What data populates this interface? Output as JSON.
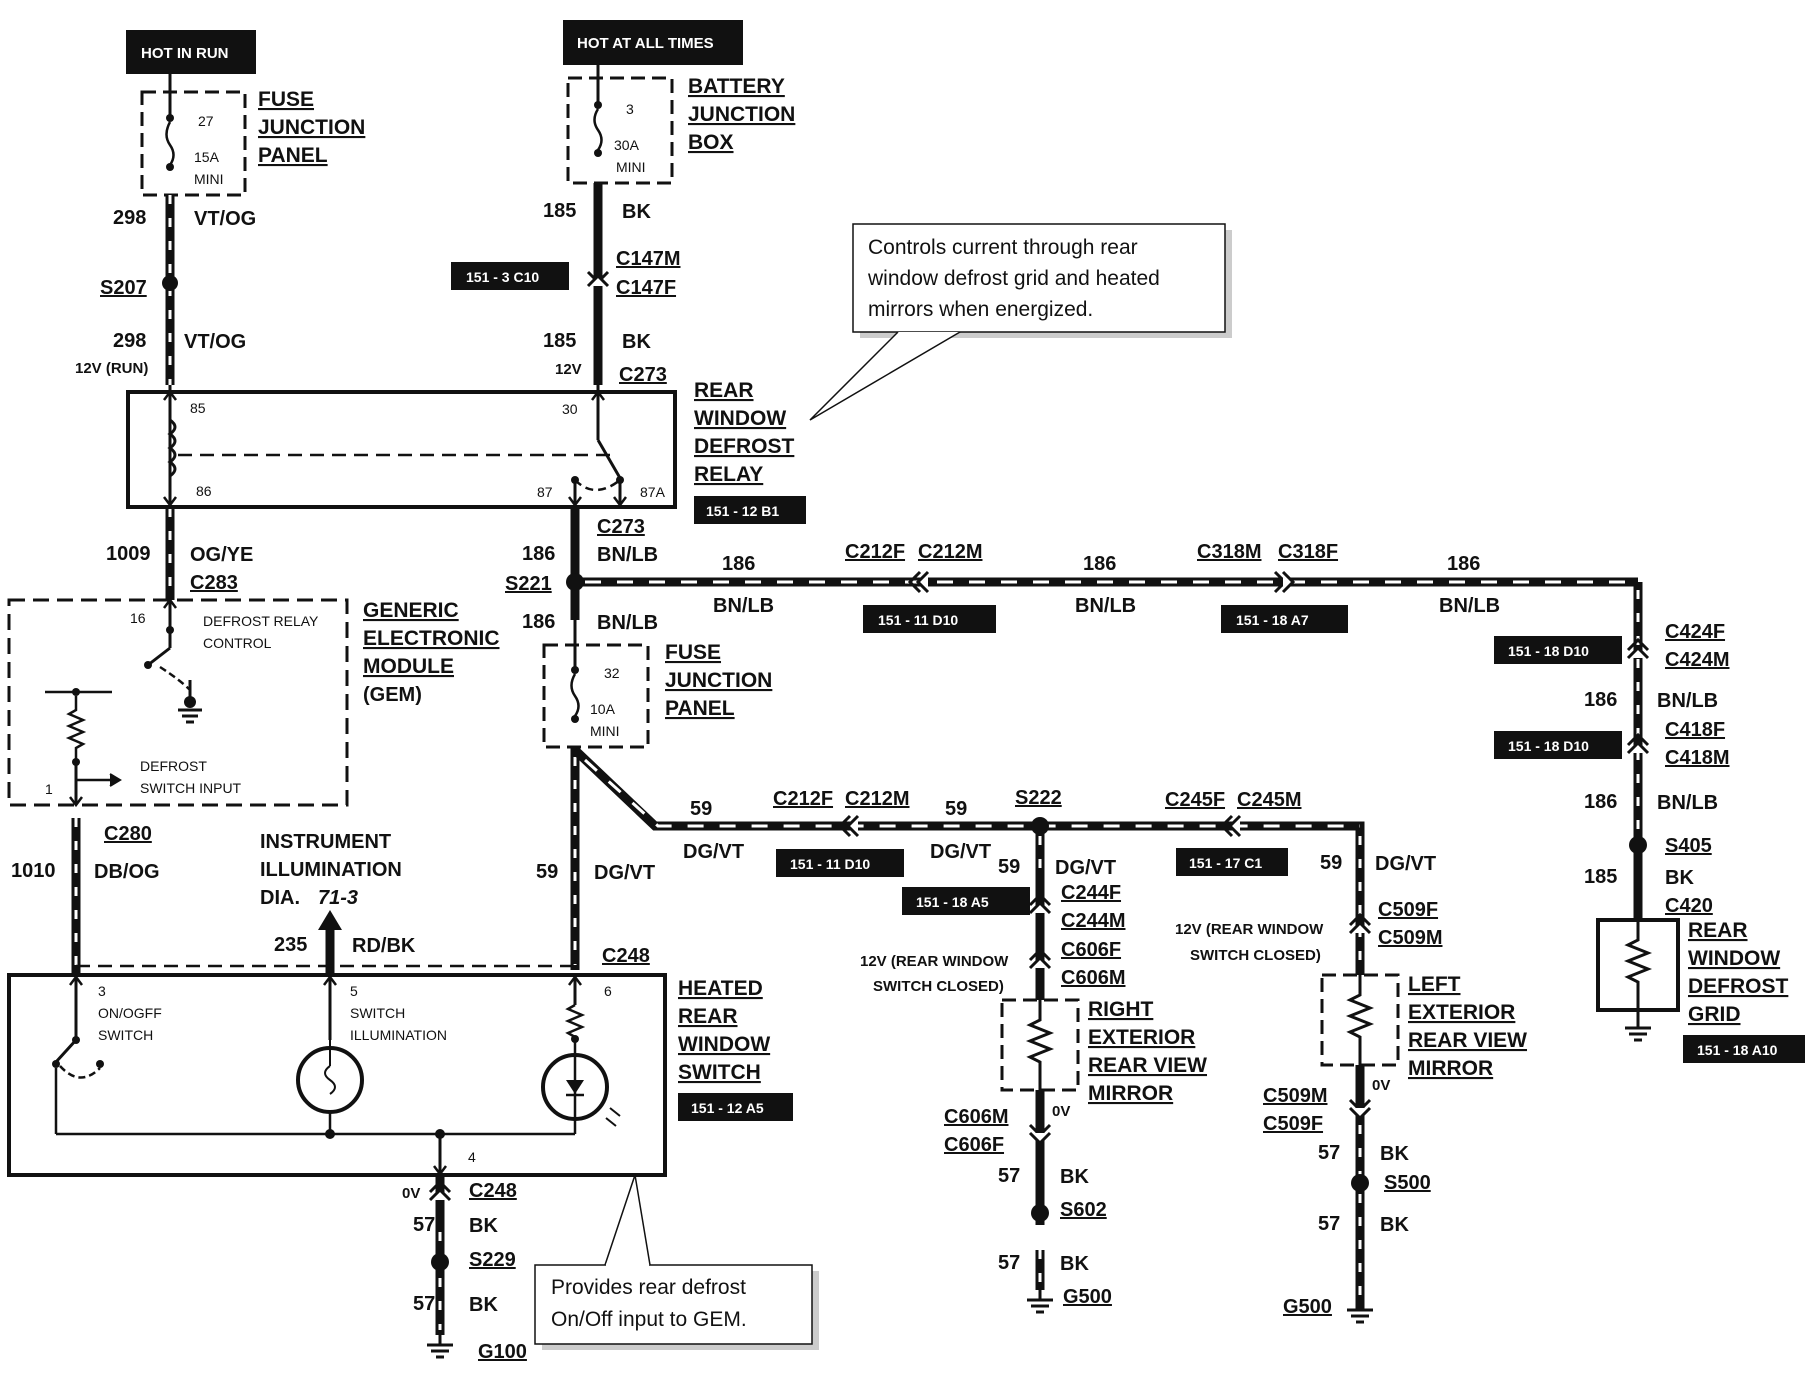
{
  "power": {
    "hot_in_run": "HOT IN RUN",
    "hot_at_all_times": "HOT AT ALL TIMES"
  },
  "components": {
    "fuse_junction_panel_top": [
      "FUSE",
      "JUNCTION",
      "PANEL"
    ],
    "battery_junction_box": [
      "BATTERY",
      "JUNCTION",
      "BOX"
    ],
    "rear_window_defrost_relay": [
      "REAR",
      "WINDOW",
      "DEFROST",
      "RELAY"
    ],
    "gem": [
      "GENERIC",
      "ELECTRONIC",
      "MODULE",
      "(GEM)"
    ],
    "fuse_junction_panel_mid": [
      "FUSE",
      "JUNCTION",
      "PANEL"
    ],
    "heated_rear_window_switch": [
      "HEATED",
      "REAR",
      "WINDOW",
      "SWITCH"
    ],
    "right_mirror": [
      "RIGHT",
      "EXTERIOR",
      "REAR VIEW",
      "MIRROR"
    ],
    "left_mirror": [
      "LEFT",
      "EXTERIOR",
      "REAR VIEW",
      "MIRROR"
    ],
    "defrost_grid": [
      "REAR",
      "WINDOW",
      "DEFROST",
      "GRID"
    ]
  },
  "fuses": {
    "f27": {
      "num": "27",
      "rating": "15A",
      "type": "MINI"
    },
    "f3": {
      "num": "3",
      "rating": "30A",
      "type": "MINI"
    },
    "f32": {
      "num": "32",
      "rating": "10A",
      "type": "MINI"
    }
  },
  "relay_pins": {
    "p85": "85",
    "p86": "86",
    "p30": "30",
    "p87": "87",
    "p87a": "87A"
  },
  "gem_labels": {
    "pin16": "16",
    "pin1": "1",
    "relay_ctrl": [
      "DEFROST RELAY",
      "CONTROL"
    ],
    "switch_input": [
      "DEFROST",
      "SWITCH INPUT"
    ]
  },
  "switch_labels": {
    "pin3": "3",
    "pin5": "5",
    "pin6": "6",
    "pin4": "4",
    "onoff": [
      "ON/OGFF",
      "SWITCH"
    ],
    "illum": [
      "SWITCH",
      "ILLUMINATION"
    ]
  },
  "instrument": {
    "lines": [
      "INSTRUMENT",
      "ILLUMINATION"
    ],
    "dia": "DIA.",
    "dia_ref": "71-3"
  },
  "callouts": {
    "relay": [
      "Controls current through rear",
      "window defrost grid and heated",
      "mirrors when energized."
    ],
    "switch": [
      "Provides rear defrost",
      "On/Off input to GEM."
    ]
  },
  "refs": {
    "r1": "151 - 3 C10",
    "r2": "151 - 12 B1",
    "r3": "151 - 11 D10",
    "r4": "151 - 18 A7",
    "r5": "151 - 18 D10",
    "r6": "151 - 18 D10",
    "r7": "151 - 11 D10",
    "r8": "151 - 17 C1",
    "r9": "151 - 18 A5",
    "r10": "151 - 12 A5",
    "r11": "151 - 18 A10"
  },
  "labels": {
    "w298a": "298",
    "vtog_a": "VT/OG",
    "s207": "S207",
    "w298b": "298",
    "vtog_b": "VT/OG",
    "v12run": "12V (RUN)",
    "w185a": "185",
    "bk_a": "BK",
    "c147m": "C147M",
    "c147f": "C147F",
    "w185b": "185",
    "bk_b": "BK",
    "v12": "12V",
    "c273a": "C273",
    "w1009": "1009",
    "ogye": "OG/YE",
    "c283": "C283",
    "w186a": "186",
    "c273b": "C273",
    "bnlb_a": "BN/LB",
    "s221": "S221",
    "w186b": "186",
    "bnlb_b": "BN/LB",
    "w186c": "186",
    "bnlb_c": "BN/LB",
    "c212f_a": "C212F",
    "c212m_a": "C212M",
    "w186d": "186",
    "bnlb_d": "BN/LB",
    "c318m": "C318M",
    "c318f": "C318F",
    "w186e": "186",
    "bnlb_e": "BN/LB",
    "c424f": "C424F",
    "c424m": "C424M",
    "w186f": "186",
    "bnlb_f": "BN/LB",
    "c418f": "C418F",
    "c418m": "C418M",
    "w186g": "186",
    "bnlb_g": "BN/LB",
    "s405": "S405",
    "w185c": "185",
    "bk_c": "BK",
    "c420": "C420",
    "c280": "C280",
    "w1010": "1010",
    "dbog": "DB/OG",
    "w235": "235",
    "rdbk": "RD/BK",
    "w59a": "59",
    "dgvt_a": "DG/VT",
    "c248a": "C248",
    "w59b": "59",
    "dgvt_b": "DG/VT",
    "c212f_b": "C212F",
    "c212m_b": "C212M",
    "w59c": "59",
    "dgvt_c": "DG/VT",
    "s222": "S222",
    "w59d": "59",
    "dgvt_d": "DG/VT",
    "c245f": "C245F",
    "c245m": "C245M",
    "w59e": "59",
    "dgvt_e": "DG/VT",
    "c244f": "C244F",
    "c244m": "C244M",
    "c606f": "C606F",
    "c606m": "C606M",
    "v12rw_a": "12V (REAR WINDOW",
    "swclosed_a": "SWITCH  CLOSED)",
    "c509f": "C509F",
    "c509m": "C509M",
    "v12rw_b": "12V (REAR WINDOW",
    "swclosed_b": "SWITCH  CLOSED)",
    "c606m_b": "C606M",
    "c606f_b": "C606F",
    "ov_a": "0V",
    "w57a": "57",
    "bk_d": "BK",
    "s602": "S602",
    "w57b": "57",
    "bk_e": "BK",
    "g500a": "G500",
    "c509m_b": "C509M",
    "c509f_b": "C509F",
    "ov_b": "0V",
    "w57c": "57",
    "bk_f": "BK",
    "s500": "S500",
    "w57d": "57",
    "bk_g": "BK",
    "g500b": "G500",
    "ov_c": "0V",
    "c248b": "C248",
    "w57e": "57",
    "bk_h": "BK",
    "s229": "S229",
    "w57f": "57",
    "bk_i": "BK",
    "g100": "G100"
  }
}
